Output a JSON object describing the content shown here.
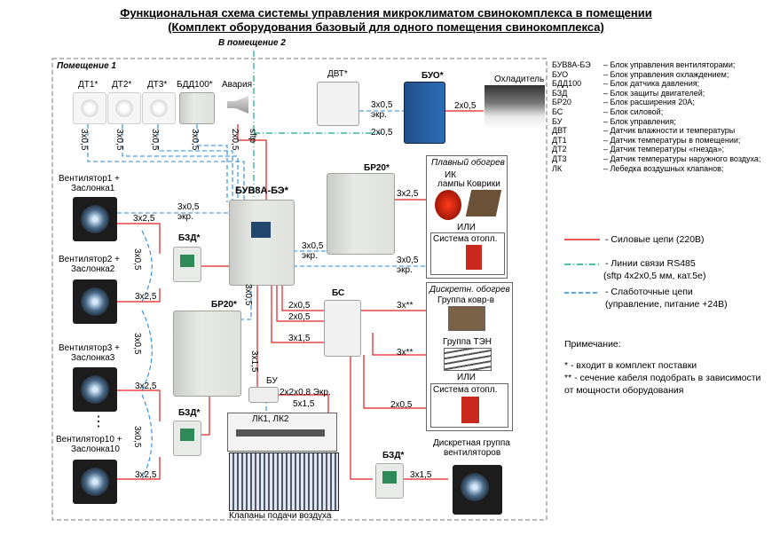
{
  "title": {
    "line1": "Функциональная схема системы управления микроклиматом свинокомплекса в помещении",
    "line2": "(Комплект оборудования базовый для одного помещения свинокомплекса)"
  },
  "labels": {
    "room2": "В помещение 2",
    "room1": "Помещение 1",
    "dt1": "ДТ1*",
    "dt2": "ДТ2*",
    "dt3": "ДТ3*",
    "bdd": "БДД100*",
    "alarm": "Авария",
    "dvt": "ДВТ*",
    "buo": "БУО*",
    "cooler": "Охладитель",
    "buv": "БУВ8А-БЭ*",
    "br20a": "БР20*",
    "br20b": "БР20*",
    "bs": "БС",
    "bu": "БУ",
    "bzd1": "БЗД*",
    "bzd2": "БЗД*",
    "bzd3": "БЗД*",
    "fan1": "Вентилятор1 +",
    "fan1b": "Заслонка1",
    "fan2": "Вентилятор2 +",
    "fan2b": "Заслонка2",
    "fan3": "Вентилятор3 +",
    "fan3b": "Заслонка3",
    "fan10": "Вентилятор10 +",
    "fan10b": "Заслонка10",
    "dots": "⋮",
    "lk": "ЛК1, ЛК2",
    "valves": "Клапаны подачи воздуха",
    "smooth": "Плавный обогрев",
    "ir": "ИК",
    "irb": "лампы",
    "mats": "Коврики",
    "or1": "ИЛИ",
    "heat1": "Система отопл.",
    "discrete": "Дискретн. обогрев",
    "grpmat": "Группа ковр-в",
    "grpten": "Группа ТЭН",
    "or2": "ИЛИ",
    "heat2": "Система отопл.",
    "dgroup1": "Дискретная группа",
    "dgroup2": "вентиляторов"
  },
  "cables": {
    "c305": "3х0,5",
    "ekr": "экр.",
    "c205": "2х0,5",
    "sftp": "sftp",
    "c325": "3х2,5",
    "c315": "3х1,5",
    "c3s": "3х**",
    "c2208": "2х2х0,8 Экр.",
    "c515": "5х1,5"
  },
  "legend_abbr": [
    {
      "k": "БУВ8А-БЭ",
      "v": "– Блок управления вентиляторами;"
    },
    {
      "k": "БУО",
      "v": "– Блок управления охлаждением;"
    },
    {
      "k": "БДД100",
      "v": "– Блок датчика давления;"
    },
    {
      "k": "БЗД",
      "v": "– Блок защиты двигателей;"
    },
    {
      "k": "БР20",
      "v": "– Блок расширения 20А;"
    },
    {
      "k": "БС",
      "v": "– Блок силовой;"
    },
    {
      "k": "БУ",
      "v": "– Блок управления;"
    },
    {
      "k": "ДВТ",
      "v": "– Датчик влажности и температуры"
    },
    {
      "k": "ДТ1",
      "v": "– Датчик температуры в помещении;"
    },
    {
      "k": "ДТ2",
      "v": "– Датчик температуры «гнезда»;"
    },
    {
      "k": "ДТ3",
      "v": "– Датчик температуры наружного воздуха;"
    },
    {
      "k": "ЛК",
      "v": "– Лебедка воздушных клапанов;"
    }
  ],
  "line_legend": {
    "power": "- Силовые цепи (220В)",
    "rs485": "- Линии связи RS485",
    "rs485b": "(sftp 4х2х0,5 мм, кат.5е)",
    "low": "- Слаботочные цепи",
    "lowb": "(управление, питание +24В)"
  },
  "notes": {
    "title": "Примечание:",
    "n1": "* - входит в комплект поставки",
    "n2": "** - сечение кабеля подобрать в зависимости",
    "n3": "от мощности оборудования"
  },
  "colors": {
    "power": "#e02020",
    "rs485": "#1aa88a",
    "low": "#2a8ad8"
  }
}
